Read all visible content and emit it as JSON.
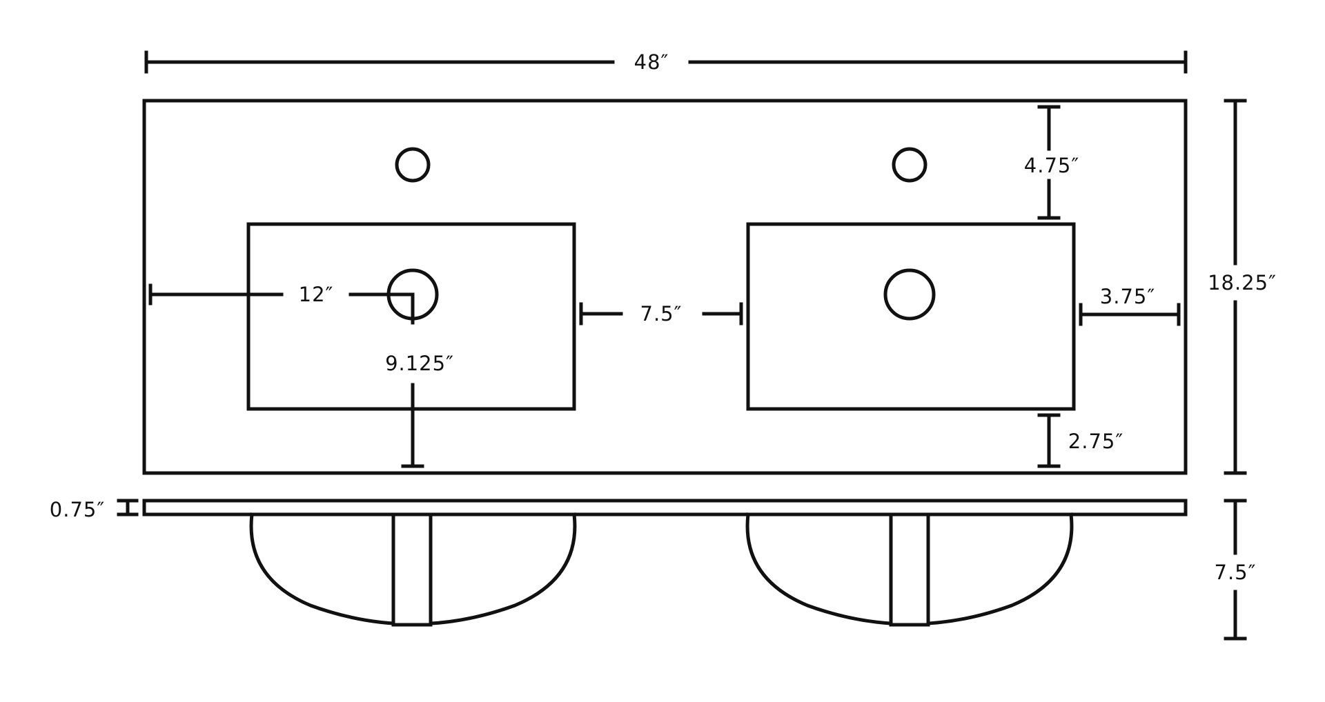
{
  "colors": {
    "line": "#111111",
    "background": "#ffffff"
  },
  "dimensions": {
    "overall_width": "48″",
    "overall_depth": "18.25″",
    "faucet_to_bowl": "4.75″",
    "edge_to_drain_center": "12″",
    "between_bowls": "7.5″",
    "bowl_to_side_edge": "3.75″",
    "drain_to_front_edge": "9.125″",
    "bowl_to_front_edge": "2.75″",
    "top_thickness": "0.75″",
    "bowl_depth": "7.5″"
  }
}
